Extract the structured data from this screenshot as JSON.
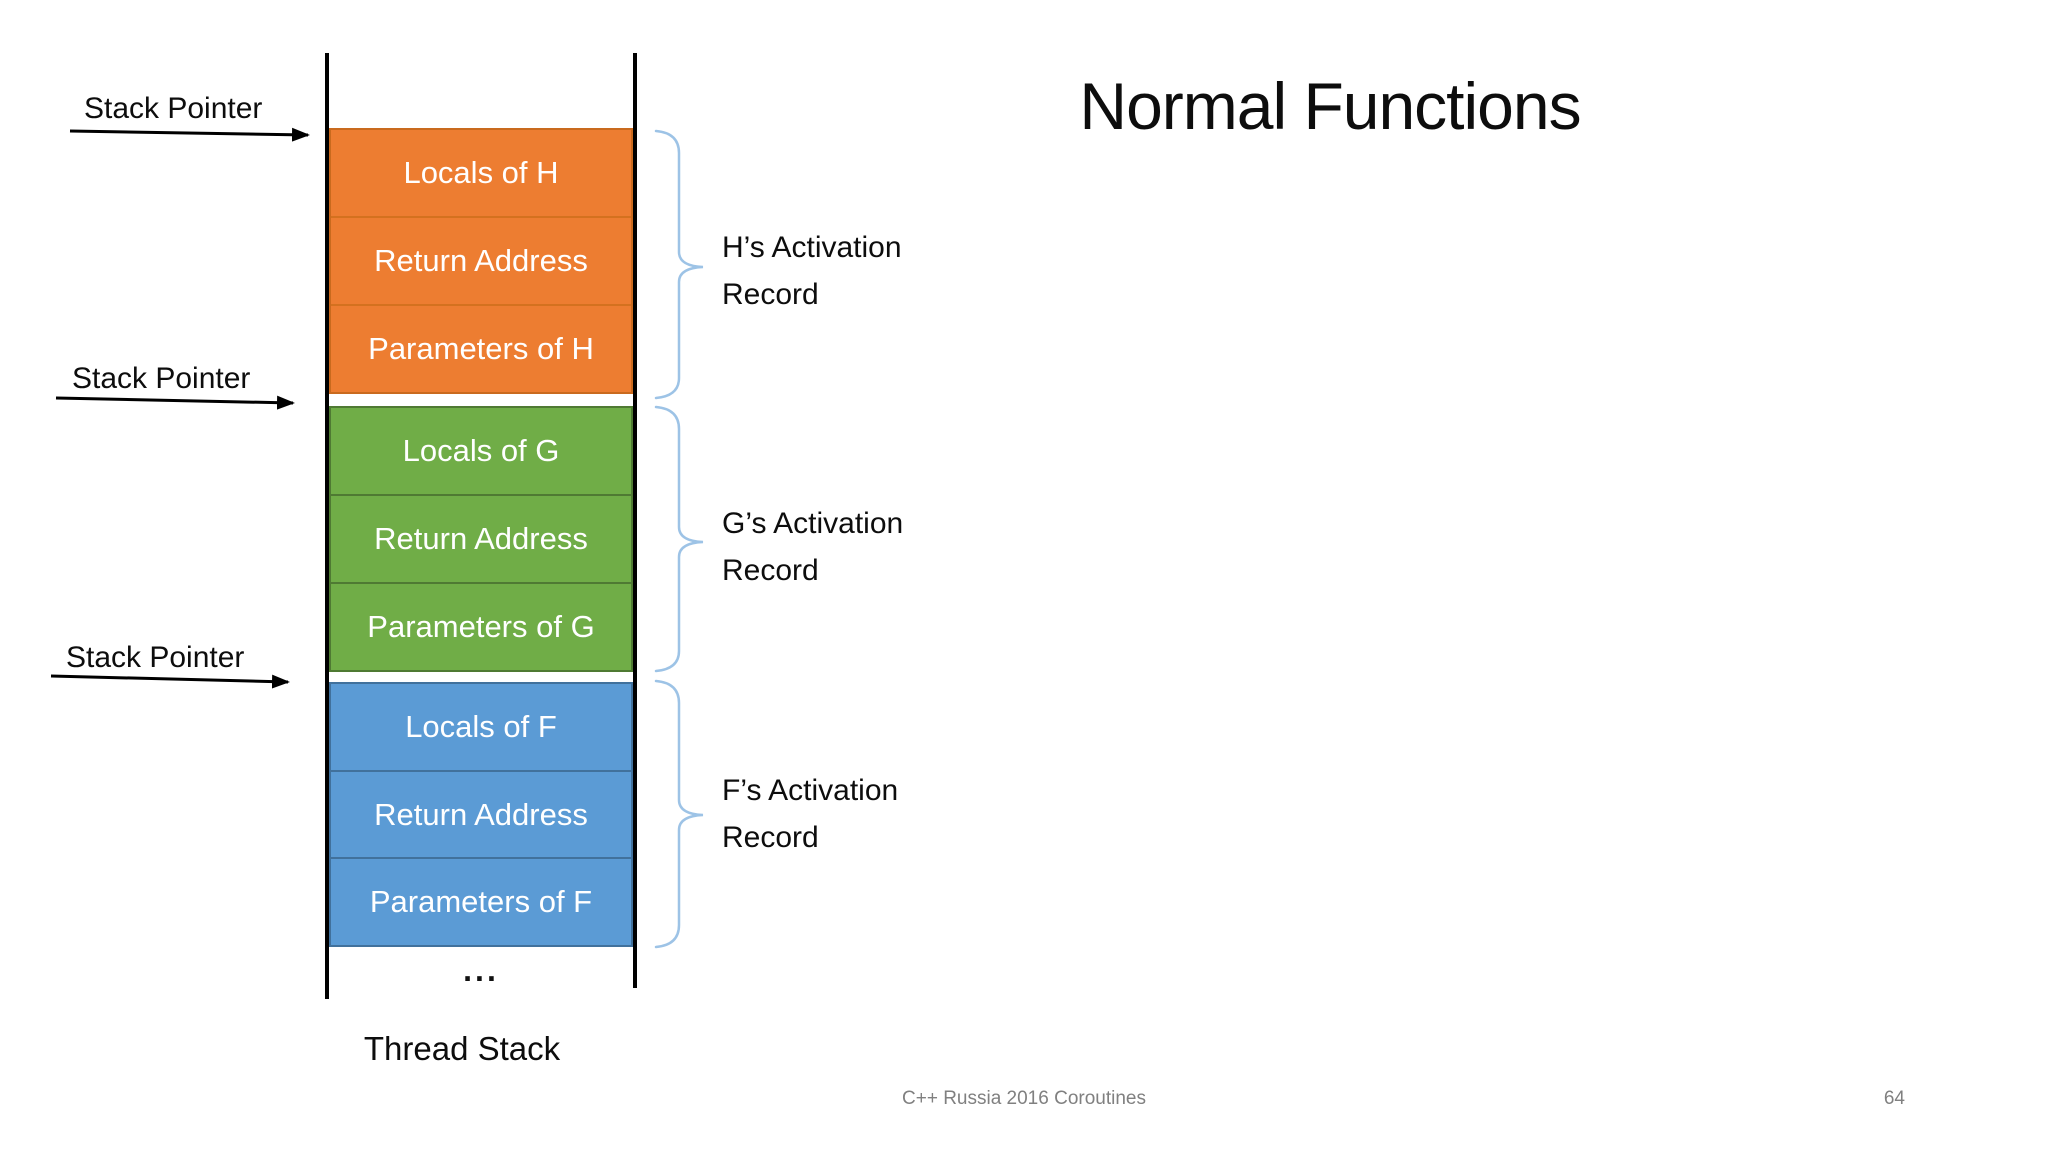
{
  "title": "Normal Functions",
  "stack": {
    "caption": "Thread Stack",
    "ellipsis": "...",
    "groups": [
      {
        "name": "H",
        "fill": "#ED7D31",
        "border": "#C96A1E",
        "rows": [
          "Locals of H",
          "Return Address",
          "Parameters of H"
        ]
      },
      {
        "name": "G",
        "fill": "#70AD47",
        "border": "#4F7A33",
        "rows": [
          "Locals of G",
          "Return Address",
          "Parameters of G"
        ]
      },
      {
        "name": "F",
        "fill": "#5B9BD5",
        "border": "#41719C",
        "rows": [
          "Locals of F",
          "Return Address",
          "Parameters of F"
        ]
      }
    ]
  },
  "pointers": [
    {
      "label": "Stack Pointer"
    },
    {
      "label": "Stack Pointer"
    },
    {
      "label": "Stack Pointer"
    }
  ],
  "annotations": [
    {
      "line1": "H’s Activation",
      "line2": "Record"
    },
    {
      "line1": "G’s Activation",
      "line2": "Record"
    },
    {
      "line1": "F’s Activation",
      "line2": "Record"
    }
  ],
  "footer": {
    "text": "C++ Russia 2016 Coroutines",
    "page": "64"
  },
  "colors": {
    "brace": "#9DC3E6",
    "arrow": "#000000",
    "text_on_box": "#FFFFFF"
  }
}
